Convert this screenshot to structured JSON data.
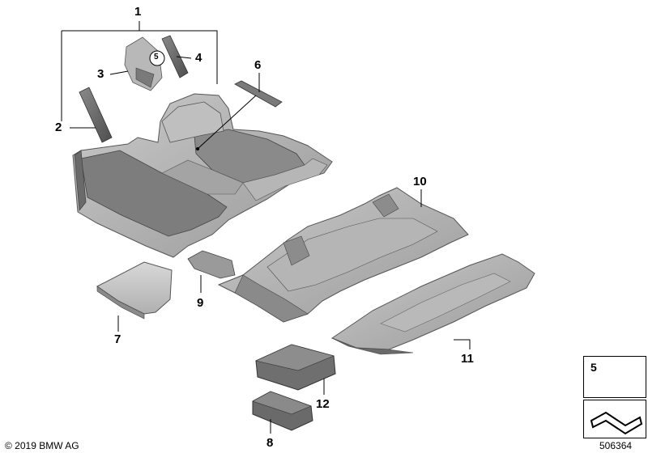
{
  "diagram": {
    "callouts": [
      "1",
      "2",
      "3",
      "4",
      "5",
      "6",
      "7",
      "8",
      "9",
      "10",
      "11",
      "12"
    ],
    "inline_callout": "5"
  },
  "legend": {
    "item_number": "5"
  },
  "footer": {
    "copyright": "© 2019 BMW AG",
    "diagram_id": "506364"
  }
}
